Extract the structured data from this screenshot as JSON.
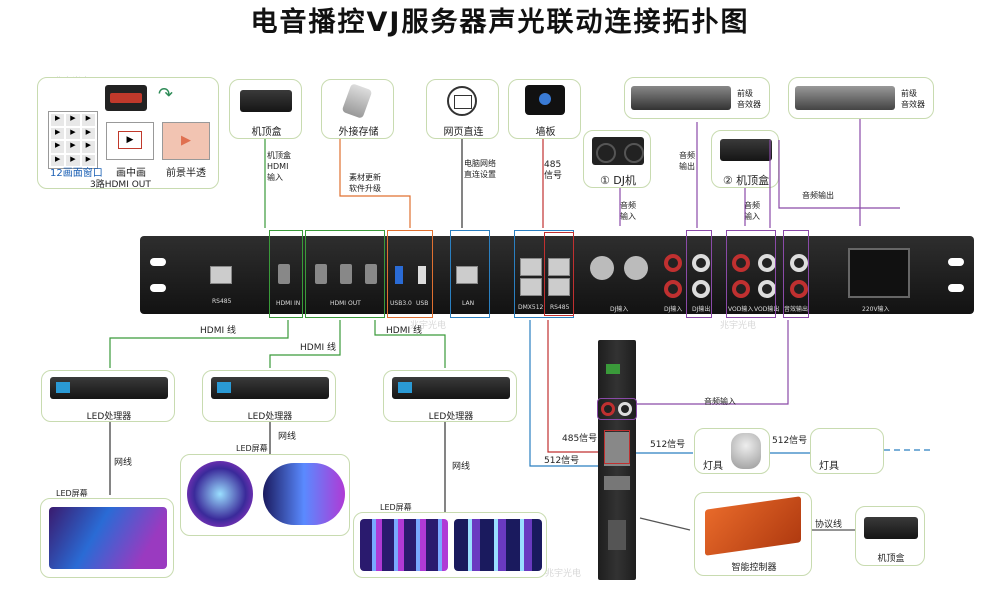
{
  "title": "电音播控VJ服务器声光联动连接拓扑图",
  "watermark": "兆宇光电",
  "colors": {
    "green": "#3a9a3a",
    "orange": "#e07030",
    "blue": "#2a7fc0",
    "purple": "#8a4aa8",
    "red": "#c03030",
    "dark": "#222222"
  },
  "display_modes": {
    "mode12": "12画面窗口",
    "pip": "画中画",
    "overlay": "前景半透",
    "footer": "3路HDMI OUT"
  },
  "top_devices": {
    "stb": "机顶盒",
    "stb_note": "机顶盒\nHDMI\n输入",
    "usb": "外接存储",
    "usb_note": "素材更新\n软件升级",
    "web": "网页直连",
    "web_note": "电脑网络\n直连设置",
    "wall": "墙板",
    "wall_note": "485\n信号",
    "dj": "① DJ机",
    "dj_note": "音频\n输入",
    "dj_out": "音频\n输出",
    "stb2": "② 机顶盒",
    "stb2_note": "音频\n输入",
    "audio_out": "音频输出",
    "amp": "前级\n音效器"
  },
  "panel_ports": {
    "rs485": "RS485",
    "hdmi_in": "HDMI IN",
    "hdmi_out": "HDMI OUT",
    "usb30": "USB3.0",
    "usb": "USB",
    "lan": "LAN",
    "dmx": "DMX512",
    "rs485b": "RS485",
    "dj_in": "DJ输入",
    "dj_in2": "DJ输入",
    "dj_out": "DJ输出",
    "vod_in": "VOD输入",
    "vod_out": "VOD输出",
    "fx_out": "音效输出",
    "power": "220V输入"
  },
  "hdmi_line": "HDMI 线",
  "led_proc": "LED处理器",
  "led_screen": "LED屏幕",
  "net_line": "网线",
  "bottom": {
    "sig485": "485信号",
    "sig512": "512信号",
    "audio_in": "音频输入",
    "light": "灯具",
    "protocol": "协议线",
    "controller": "智能控制器",
    "stb": "机顶盒"
  }
}
